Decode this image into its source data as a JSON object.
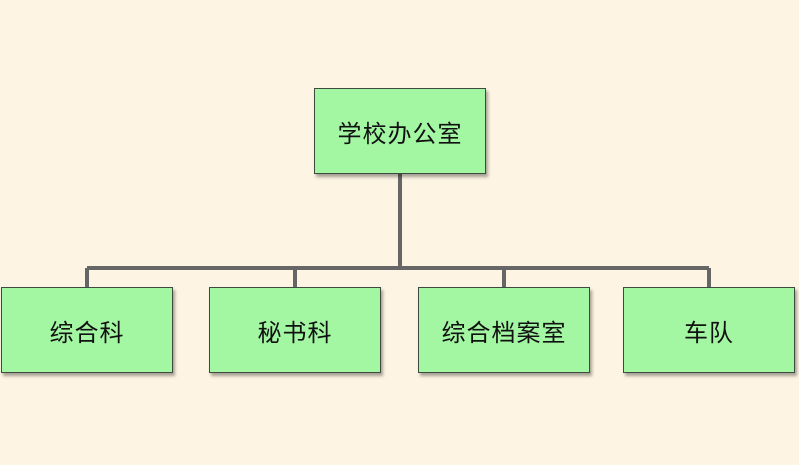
{
  "colors": {
    "background": "#fdf4e3",
    "node_fill": "#a3f7a3",
    "connector": "#666666"
  },
  "org_chart": {
    "root": {
      "label": "学校办公室"
    },
    "children": [
      {
        "label": "综合科"
      },
      {
        "label": "秘书科"
      },
      {
        "label": "综合档案室"
      },
      {
        "label": "车队"
      }
    ]
  }
}
